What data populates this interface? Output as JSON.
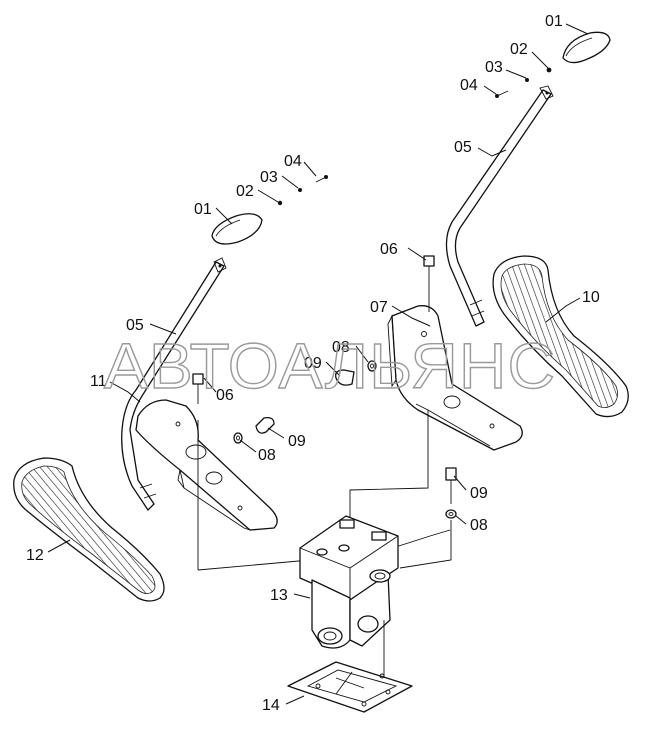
{
  "watermark": "АВТОАЛЬЯНС",
  "callouts": {
    "r01": "01",
    "r02": "02",
    "r03": "03",
    "r04": "04",
    "r05": "05",
    "r06": "06",
    "r07": "07",
    "r08": "08",
    "r09": "09",
    "r10": "10",
    "l01": "01",
    "l02": "02",
    "l03": "03",
    "l04": "04",
    "l05": "05",
    "l06": "06",
    "l08": "08",
    "l09": "09",
    "l11": "11",
    "l12": "12",
    "c08": "08",
    "c09": "09",
    "c13": "13",
    "c14": "14"
  }
}
